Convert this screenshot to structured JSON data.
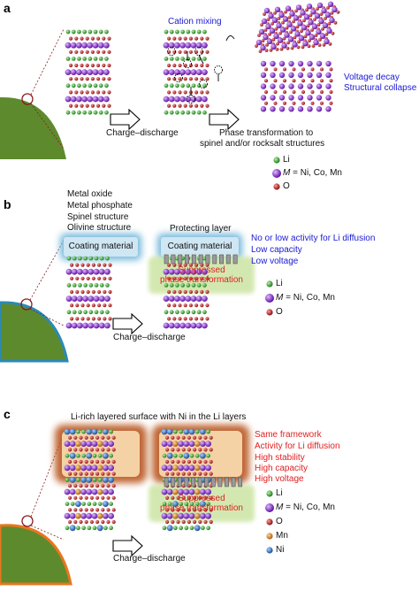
{
  "panels": {
    "a": {
      "letter": "a",
      "cation_mixing": "Cation mixing",
      "charge_discharge": "Charge–discharge",
      "phase_transform_1": "Phase transformation to",
      "phase_transform_2": "spinel and/or rocksalt structures",
      "voltage_decay": "Voltage decay",
      "structural_collapse": "Structural collapse",
      "legend": {
        "li": "Li",
        "m_italic": "M",
        "m_rest": " = Ni, Co, Mn",
        "o": "O"
      }
    },
    "b": {
      "letter": "b",
      "coating_types": [
        "Metal oxide",
        "Metal phosphate",
        "Spinel structure",
        "Olivine structure"
      ],
      "coating_material": "Coating material",
      "protecting_layer": "Protecting layer",
      "effects": [
        "No or low activity for Li diffusion",
        "Low capacity",
        "Low voltage"
      ],
      "suppressed_1": "Suppressed",
      "suppressed_2": "phase transformation",
      "charge_discharge": "Charge–discharge",
      "legend": {
        "li": "Li",
        "m_italic": "M",
        "m_rest": " = Ni, Co, Mn",
        "o": "O"
      }
    },
    "c": {
      "letter": "c",
      "title": "Li-rich layered surface with Ni in the Li layers",
      "benefits": [
        "Same framework",
        "Activity for Li diffusion",
        "High stability",
        "High capacity",
        "High voltage"
      ],
      "suppressed_1": "Suppressed",
      "suppressed_2": "phase transformation",
      "charge_discharge": "Charge–discharge",
      "legend": {
        "li": "Li",
        "m_italic": "M",
        "m_rest": " = Ni, Co, Mn",
        "o": "O",
        "mn": "Mn",
        "ni": "Ni"
      }
    }
  },
  "colors": {
    "li": "#2e9a2e",
    "m": "#8a2bd6",
    "o": "#c0282a",
    "mn": "#d9861f",
    "ni": "#2e6fc0",
    "particle": "#5e8a2e",
    "shell_b": "#2a8ab5",
    "shell_c": "#e8761e",
    "coating_glow": "#6fb6d9",
    "suppressed_glow": "#cfe6a8",
    "rich_glow": "#b8541e",
    "text_blue": "#1a1ad6",
    "text_red": "#e02020"
  }
}
